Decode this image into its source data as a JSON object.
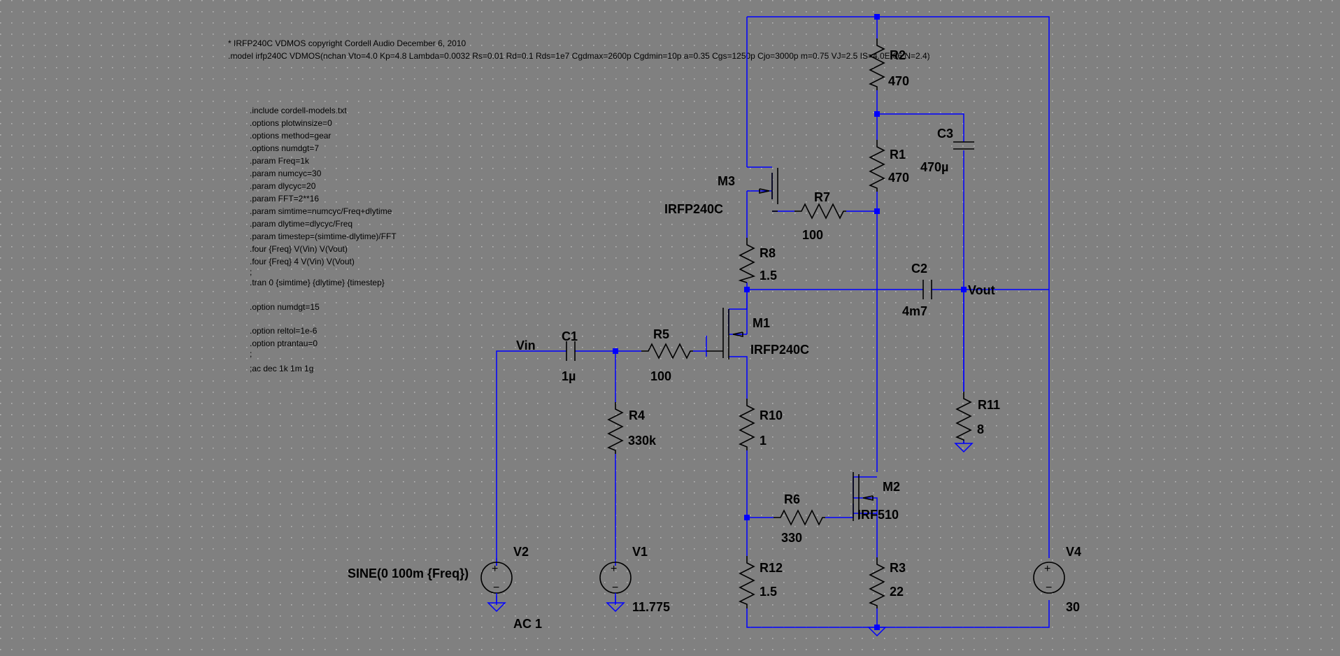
{
  "header_lines": [
    "* IRFP240C VDMOS   copyright Cordell Audio December 6, 2010",
    ".model irfp240C VDMOS(nchan Vto=4.0 Kp=4.8 Lambda=0.0032 Rs=0.01 Rd=0.1 Rds=1e7 Cgdmax=2600p Cgdmin=10p a=0.35 Cgs=1250p Cjo=3000p m=0.75 VJ=2.5 IS=4.0E-06 N=2.4)"
  ],
  "directives": [
    ".include cordell-models.txt",
    ".options plotwinsize=0",
    ".options method=gear",
    ".options numdgt=7",
    ".param Freq=1k",
    ".param numcyc=30",
    ".param dlycyc=20",
    ".param FFT=2**16",
    ".param simtime=numcyc/Freq+dlytime",
    ".param dlytime=dlycyc/Freq",
    ".param timestep=(simtime-dlytime)/FFT",
    ".four {Freq} V(Vin) V(Vout)",
    ".four {Freq} 4 V(Vin) V(Vout)",
    ";",
    ".tran 0 {simtime} {dlytime} {timestep}",
    "",
    ".option numdgt=15",
    "",
    ".option reltol=1e-6",
    ".option ptrantau=0",
    ";",
    ";ac dec 1k 1m 1g"
  ],
  "components": {
    "R2": {
      "name": "R2",
      "value": "470"
    },
    "R1": {
      "name": "R1",
      "value": "470"
    },
    "C3": {
      "name": "C3",
      "value": "470µ"
    },
    "M3": {
      "name": "M3",
      "value": "IRFP240C"
    },
    "R7": {
      "name": "R7",
      "value": "100"
    },
    "R8": {
      "name": "R8",
      "value": "1.5"
    },
    "C2": {
      "name": "C2",
      "value": "4m7"
    },
    "M1": {
      "name": "M1",
      "value": "IRFP240C"
    },
    "C1": {
      "name": "C1",
      "value": "1µ"
    },
    "R5": {
      "name": "R5",
      "value": "100"
    },
    "R4": {
      "name": "R4",
      "value": "330k"
    },
    "R10": {
      "name": "R10",
      "value": "1"
    },
    "R11": {
      "name": "R11",
      "value": "8"
    },
    "M2": {
      "name": "M2",
      "value": "IRF510"
    },
    "R6": {
      "name": "R6",
      "value": "330"
    },
    "V2": {
      "name": "V2",
      "value": "SINE(0 100m {Freq})",
      "ac": "AC 1"
    },
    "V1": {
      "name": "V1",
      "value": "11.775"
    },
    "R12": {
      "name": "R12",
      "value": "1.5"
    },
    "R3": {
      "name": "R3",
      "value": "22"
    },
    "V4": {
      "name": "V4",
      "value": "30"
    }
  },
  "nets": {
    "vin": "Vin",
    "vout": "Vout"
  },
  "colors": {
    "background": "#808080",
    "wire": "#0000ff",
    "component": "#000000",
    "grid_dot": "#b4b4b4"
  }
}
